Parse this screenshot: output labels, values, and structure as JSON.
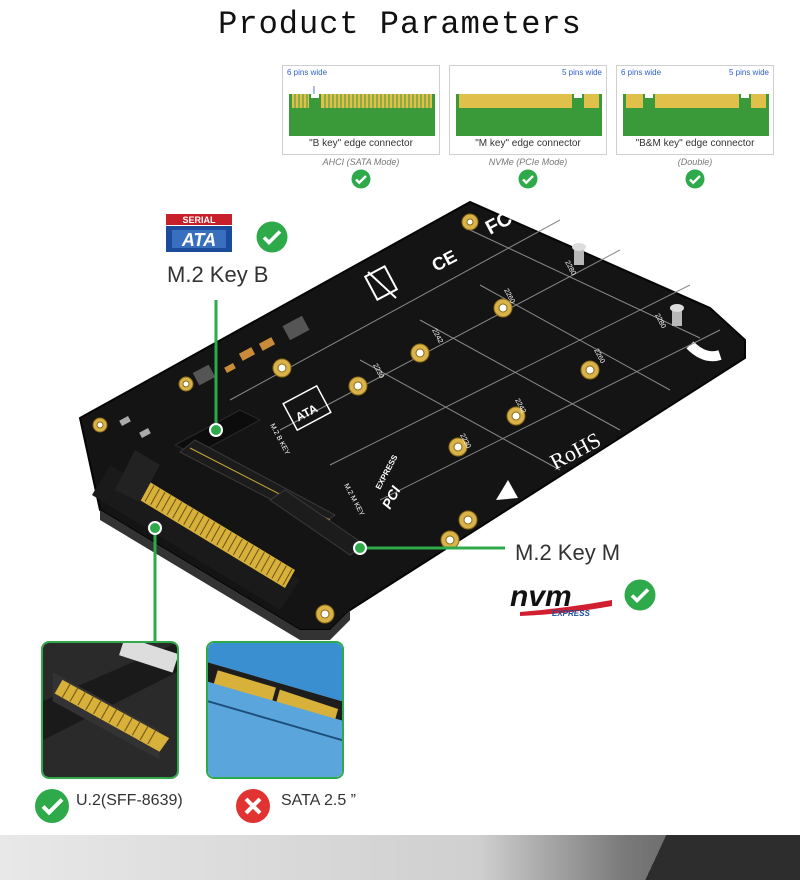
{
  "title": "Product Parameters",
  "connectors": [
    {
      "left_width": "6 pins wide",
      "right_width": "",
      "caption": "\"B key\"  edge connector",
      "mode": "AHCI  (SATA Mode)"
    },
    {
      "left_width": "",
      "right_width": "5 pins wide",
      "caption": "\"M key\"  edge connector",
      "mode": "NVMe (PCIe Mode)"
    },
    {
      "left_width": "6 pins wide",
      "right_width": "5 pins wide",
      "caption": "\"B&M key\"  edge connector",
      "mode": "(Double)"
    }
  ],
  "sata_logo": {
    "top": "SERIAL",
    "bottom": "ATA"
  },
  "key_b_label": "M.2 Key B",
  "key_m_label": "M.2 Key M",
  "nvm_logo": {
    "main": "nvm",
    "sub": "EXPRESS"
  },
  "board": {
    "fc": "FC",
    "ce": "CE",
    "rohs": "RoHS",
    "sizes": [
      "2280",
      "2260",
      "2242",
      "2230",
      "2280",
      "2260",
      "2242",
      "2230"
    ],
    "slot_b": "M.2 B KEY",
    "slot_m": "M.2 M KEY",
    "pci": "PCI",
    "express": "EXPRESS"
  },
  "u2_label": "U.2(SFF-8639)",
  "sata_label": "SATA 2.5 ”",
  "colors": {
    "check_green": "#2eaa4a",
    "cross_red": "#e23333",
    "pcb_green": "#3a9a3a",
    "gold": "#d8b13a"
  }
}
